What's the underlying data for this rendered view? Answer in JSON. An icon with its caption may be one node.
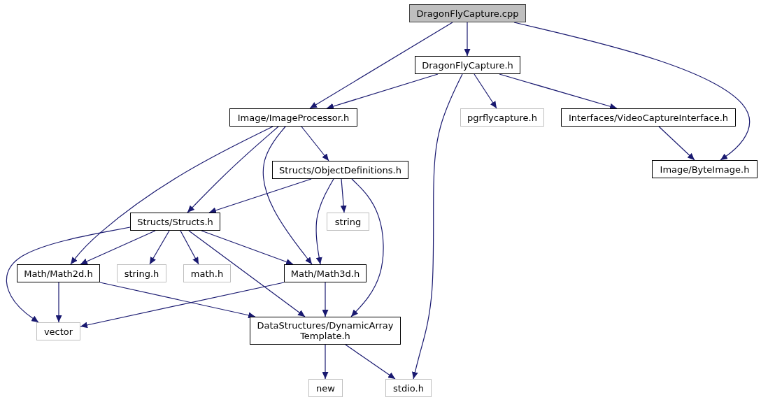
{
  "diagram": {
    "nodes": [
      {
        "text": [
          "DragonFlyCapture.cpp"
        ]
      },
      {
        "text": [
          "DragonFlyCapture.h"
        ]
      },
      {
        "text": [
          "Image/ImageProcessor.h"
        ]
      },
      {
        "text": [
          "pgrflycapture.h"
        ]
      },
      {
        "text": [
          "Interfaces/VideoCaptureInterface.h"
        ]
      },
      {
        "text": [
          "Image/ByteImage.h"
        ]
      },
      {
        "text": [
          "Structs/ObjectDefinitions.h"
        ]
      },
      {
        "text": [
          "string"
        ]
      },
      {
        "text": [
          "Structs/Structs.h"
        ]
      },
      {
        "text": [
          "Math/Math2d.h"
        ]
      },
      {
        "text": [
          "string.h"
        ]
      },
      {
        "text": [
          "math.h"
        ]
      },
      {
        "text": [
          "Math/Math3d.h"
        ]
      },
      {
        "text": [
          "vector"
        ]
      },
      {
        "text": [
          "DataStructures/DynamicArray Template.h"
        ]
      },
      {
        "text": [
          "new"
        ]
      },
      {
        "text": [
          "stdio.h"
        ]
      }
    ],
    "edges": [
      {
        "from": 0,
        "to": 1,
        "arrow": "to"
      },
      {
        "from": 0,
        "to": 2,
        "arrow": "to"
      },
      {
        "from": 0,
        "to": 5,
        "arrow": "to"
      },
      {
        "from": 1,
        "to": 2,
        "arrow": "to"
      },
      {
        "from": 1,
        "to": 16,
        "arrow": "to"
      },
      {
        "from": 1,
        "to": 3,
        "arrow": "to"
      },
      {
        "from": 1,
        "to": 4,
        "arrow": "to"
      },
      {
        "from": 4,
        "to": 5,
        "arrow": "to"
      },
      {
        "from": 2,
        "to": 9,
        "arrow": "to"
      },
      {
        "from": 2,
        "to": 8,
        "arrow": "to"
      },
      {
        "from": 2,
        "to": 12,
        "arrow": "to"
      },
      {
        "from": 2,
        "to": 6,
        "arrow": "to"
      },
      {
        "from": 6,
        "to": 8,
        "arrow": "to"
      },
      {
        "from": 6,
        "to": 7,
        "arrow": "to"
      },
      {
        "from": 6,
        "to": 12,
        "arrow": "to"
      },
      {
        "from": 6,
        "to": 14,
        "arrow": "to"
      },
      {
        "from": 8,
        "to": 13,
        "arrow": "to"
      },
      {
        "from": 8,
        "to": 9,
        "arrow": "to"
      },
      {
        "from": 8,
        "to": 10,
        "arrow": "to"
      },
      {
        "from": 8,
        "to": 11,
        "arrow": "to"
      },
      {
        "from": 8,
        "to": 14,
        "arrow": "to"
      },
      {
        "from": 8,
        "to": 12,
        "arrow": "to"
      },
      {
        "from": 9,
        "to": 13,
        "arrow": "to"
      },
      {
        "from": 9,
        "to": 14,
        "arrow": "to"
      },
      {
        "from": 12,
        "to": 13,
        "arrow": "to"
      },
      {
        "from": 12,
        "to": 14,
        "arrow": "to"
      },
      {
        "from": 14,
        "to": 15,
        "arrow": "to"
      },
      {
        "from": 14,
        "to": 16,
        "arrow": "to"
      }
    ]
  }
}
